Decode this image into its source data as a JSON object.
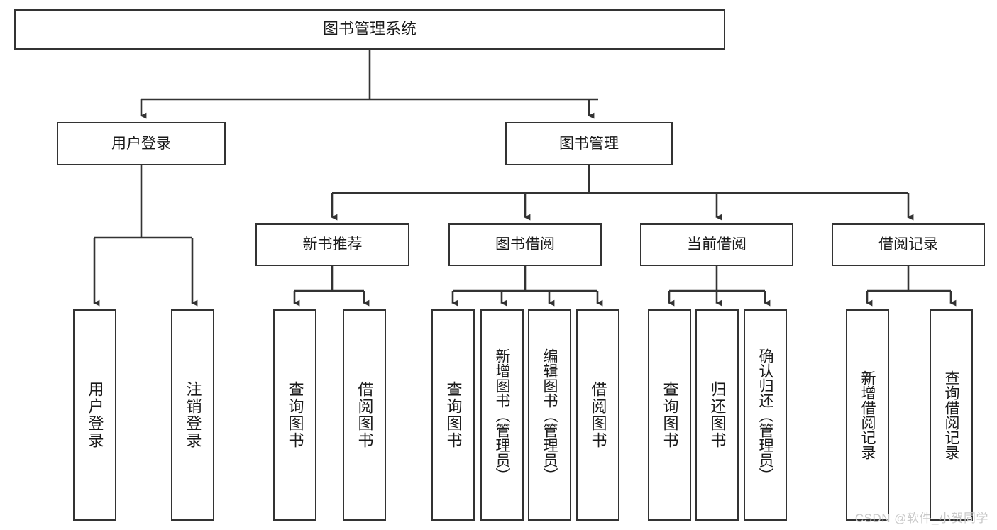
{
  "diagram": {
    "title_node": {
      "label": "图书管理系统"
    },
    "level1": [
      {
        "id": "user-login",
        "label": "用户登录"
      },
      {
        "id": "book-manage",
        "label": "图书管理"
      }
    ],
    "level2": [
      {
        "id": "new-book-recommend",
        "label": "新书推荐"
      },
      {
        "id": "book-borrow",
        "label": "图书借阅"
      },
      {
        "id": "current-borrow",
        "label": "当前借阅"
      },
      {
        "id": "borrow-record",
        "label": "借阅记录"
      }
    ],
    "leaves": {
      "user_login": [
        {
          "id": "leaf-user-login",
          "label": "用户登录"
        },
        {
          "id": "leaf-logout-login",
          "label": "注销登录"
        }
      ],
      "new_book_recommend": [
        {
          "id": "leaf-query-book-1",
          "label": "查询图书"
        },
        {
          "id": "leaf-borrow-book-1",
          "label": "借阅图书"
        }
      ],
      "book_borrow": [
        {
          "id": "leaf-query-book-2",
          "label": "查询图书"
        },
        {
          "id": "leaf-add-book",
          "label": "新增图书（管理员）"
        },
        {
          "id": "leaf-edit-book",
          "label": "编辑图书（管理员）"
        },
        {
          "id": "leaf-borrow-book-2",
          "label": "借阅图书"
        }
      ],
      "current_borrow": [
        {
          "id": "leaf-query-book-3",
          "label": "查询图书"
        },
        {
          "id": "leaf-return-book",
          "label": "归还图书"
        },
        {
          "id": "leaf-confirm-return",
          "label": "确认归还（管理员）"
        }
      ],
      "borrow_record": [
        {
          "id": "leaf-add-record",
          "label": "新增借阅记录"
        },
        {
          "id": "leaf-query-record",
          "label": "查询借阅记录"
        }
      ]
    }
  },
  "watermark": {
    "text": "CSDN @软件_小贺同学"
  },
  "colors": {
    "stroke": "#333333",
    "background": "#ffffff",
    "text": "#1a1a1a",
    "watermark": "#c9c9c9"
  }
}
